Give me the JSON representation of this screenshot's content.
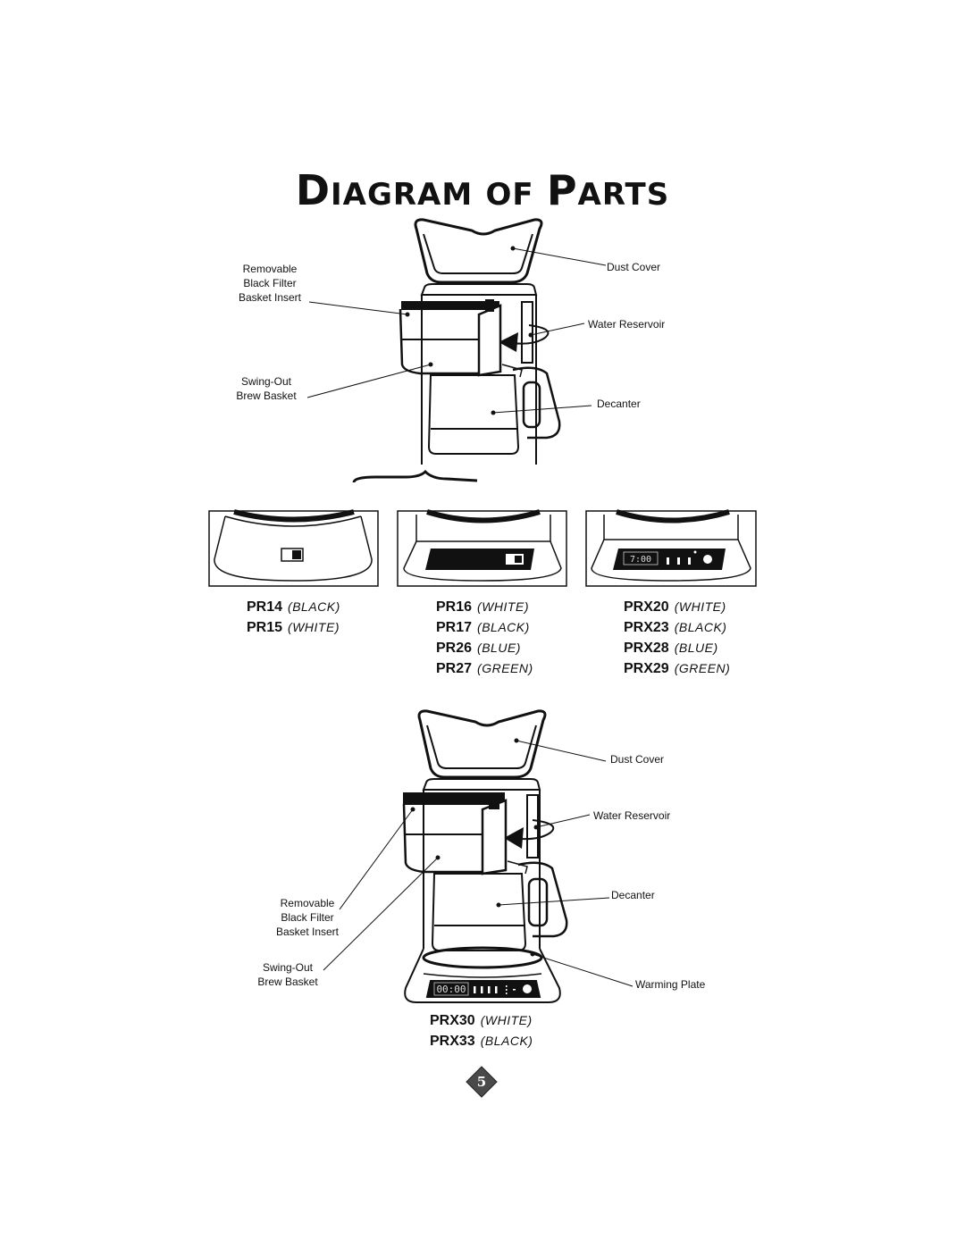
{
  "page": {
    "title": "Diagram of Parts",
    "title_parts": {
      "d": "D",
      "iagram": "IAGRAM",
      "of": "OF",
      "p": "P",
      "arts": "ARTS"
    },
    "page_number": "5"
  },
  "top_diagram": {
    "labels": {
      "filter_insert_1": "Removable",
      "filter_insert_2": "Black Filter",
      "filter_insert_3": "Basket Insert",
      "brew_basket_1": "Swing-Out",
      "brew_basket_2": "Brew Basket",
      "dust_cover": "Dust Cover",
      "water_reservoir": "Water Reservoir",
      "decanter": "Decanter"
    }
  },
  "base_variants": [
    {
      "models": [
        {
          "code": "PR14",
          "color": "BLACK"
        },
        {
          "code": "PR15",
          "color": "WHITE"
        }
      ]
    },
    {
      "models": [
        {
          "code": "PR16",
          "color": "WHITE"
        },
        {
          "code": "PR17",
          "color": "BLACK"
        },
        {
          "code": "PR26",
          "color": "BLUE"
        },
        {
          "code": "PR27",
          "color": "GREEN"
        }
      ]
    },
    {
      "display": "7:00",
      "models": [
        {
          "code": "PRX20",
          "color": "WHITE"
        },
        {
          "code": "PRX23",
          "color": "BLACK"
        },
        {
          "code": "PRX28",
          "color": "BLUE"
        },
        {
          "code": "PRX29",
          "color": "GREEN"
        }
      ]
    }
  ],
  "bottom_diagram": {
    "display": "00:00",
    "labels": {
      "dust_cover": "Dust Cover",
      "water_reservoir": "Water Reservoir",
      "decanter": "Decanter",
      "filter_insert_1": "Removable",
      "filter_insert_2": "Black Filter",
      "filter_insert_3": "Basket Insert",
      "brew_basket_1": "Swing-Out",
      "brew_basket_2": "Brew Basket",
      "warming_plate": "Warming Plate"
    },
    "models": [
      {
        "code": "PRX30",
        "color": "WHITE"
      },
      {
        "code": "PRX33",
        "color": "BLACK"
      }
    ]
  }
}
